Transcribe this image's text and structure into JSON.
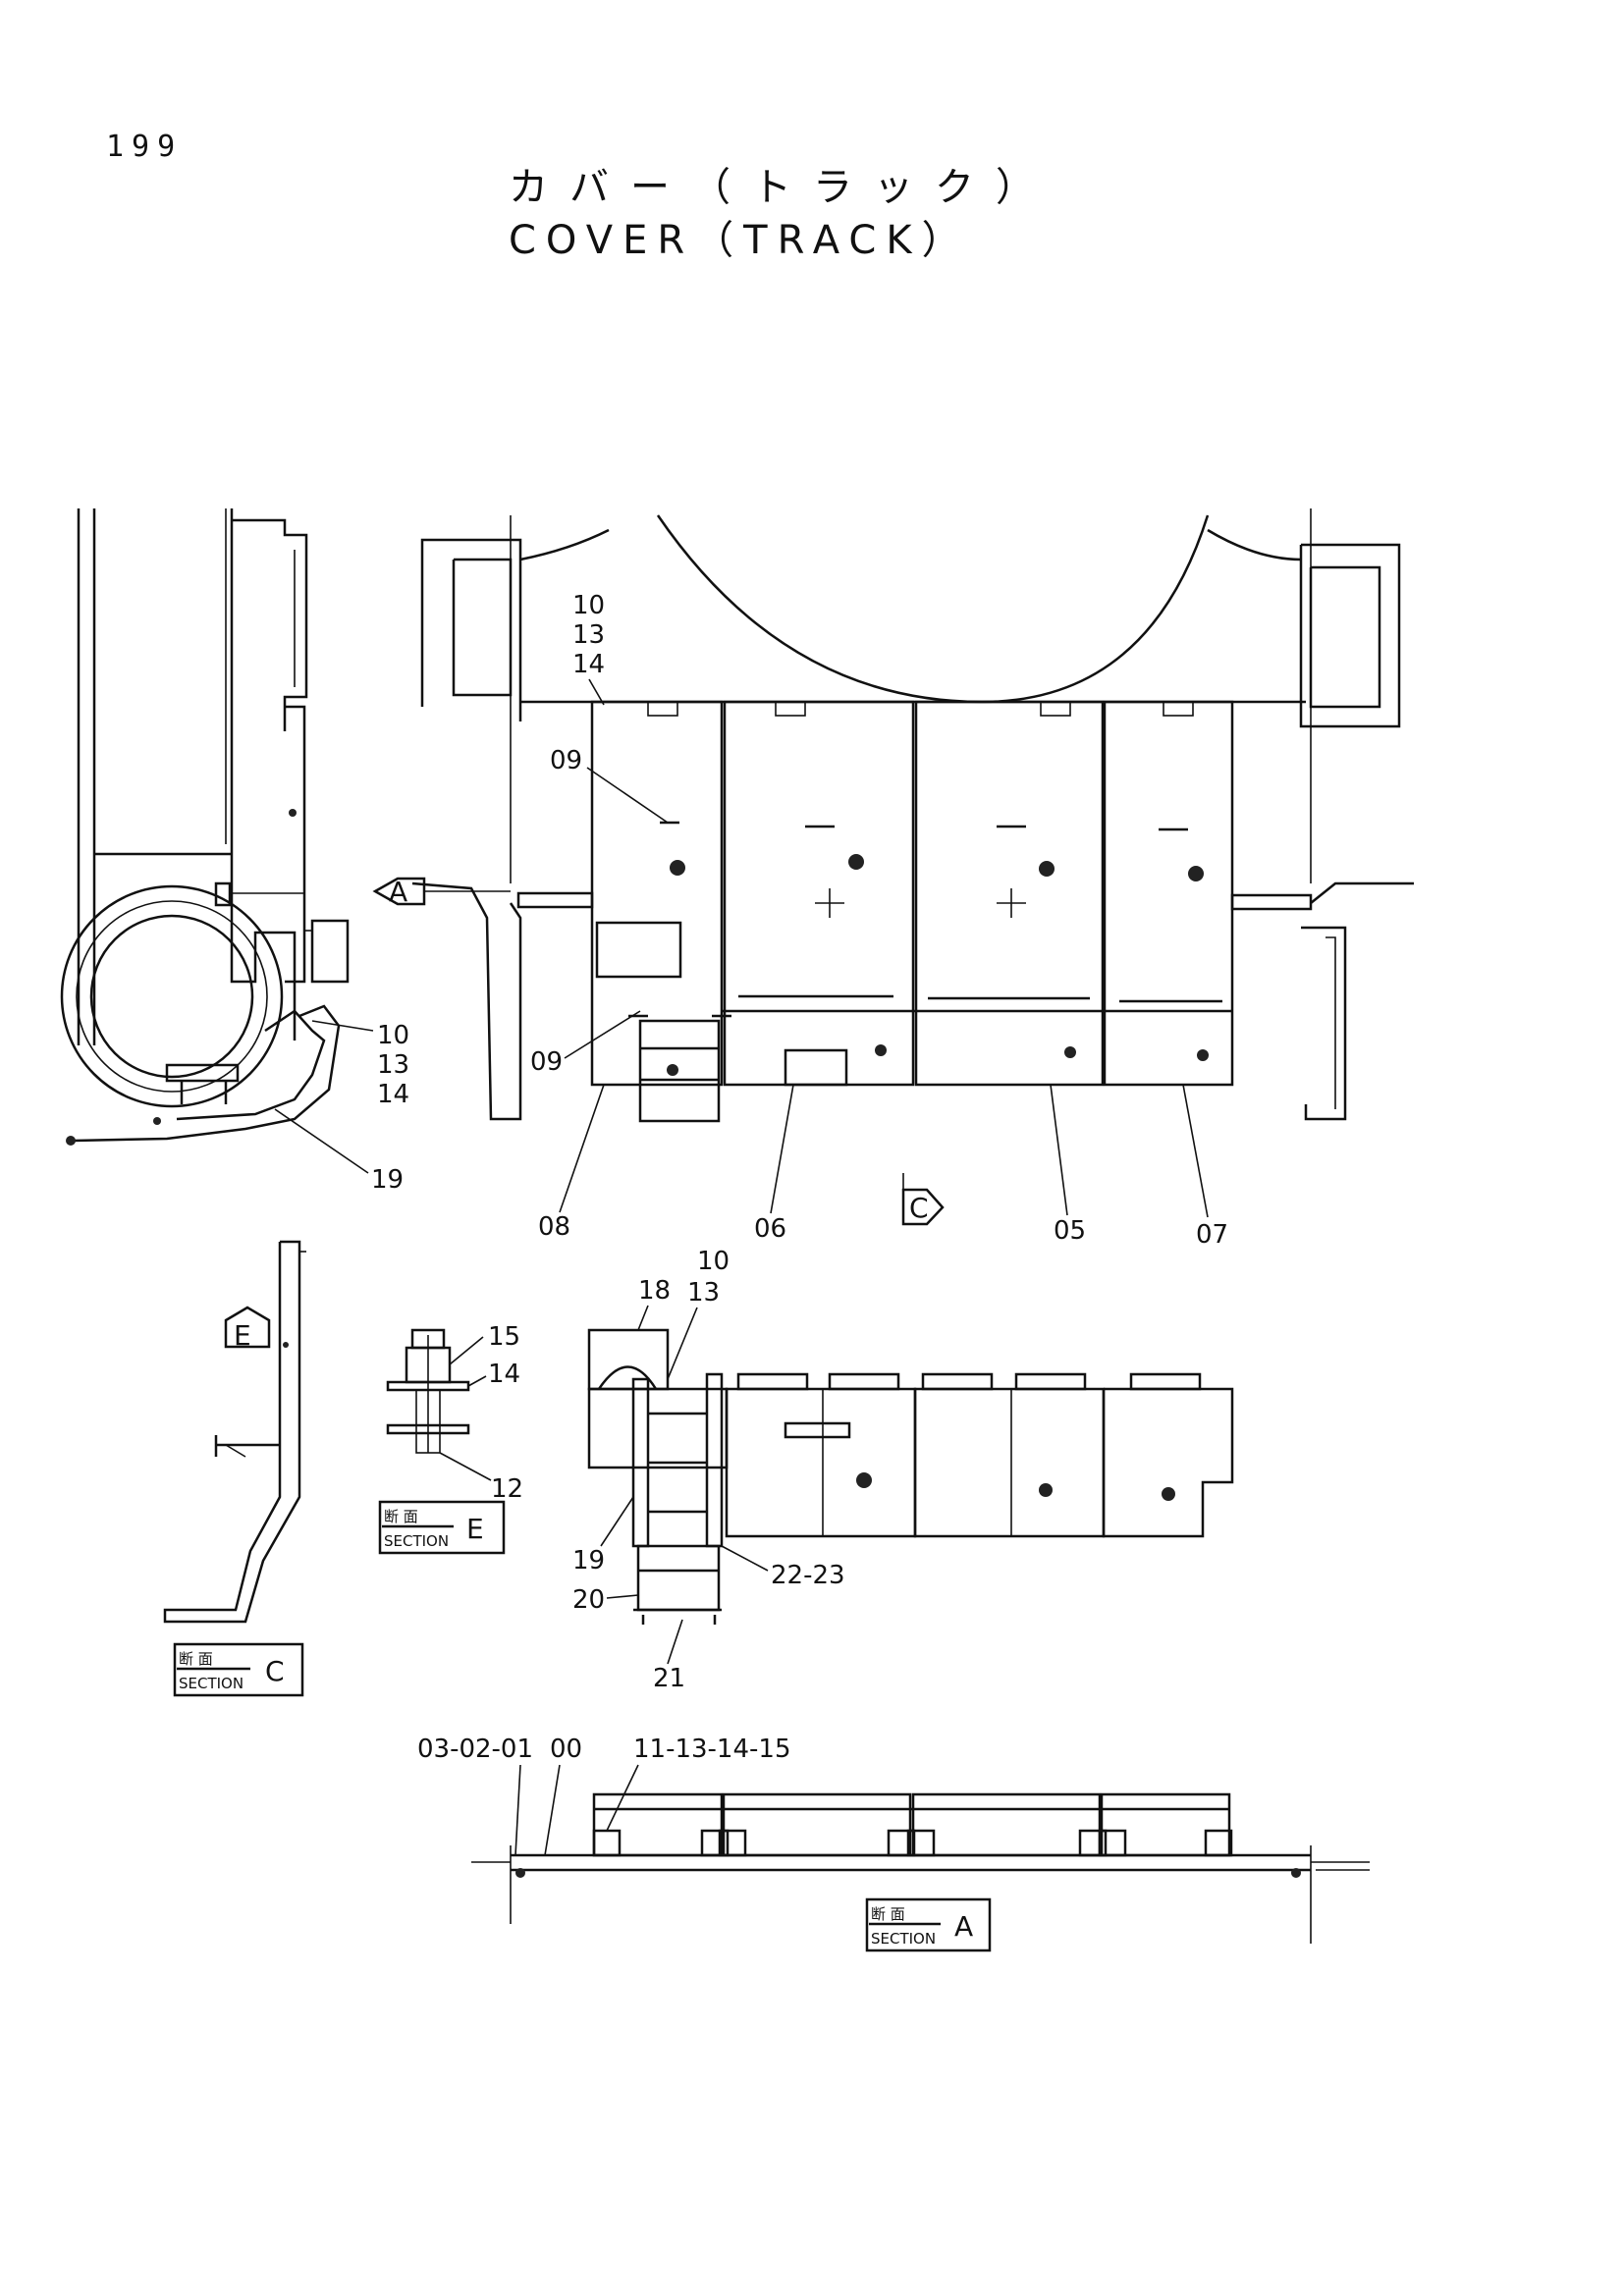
{
  "header": {
    "page_number": "199",
    "title_jp": "カバー（トラック）",
    "title_en": "COVER（TRACK）"
  },
  "callouts": {
    "top_10": "10",
    "top_13": "13",
    "top_14": "14",
    "p09a": "09",
    "p09b": "09",
    "left_10": "10",
    "left_13": "13",
    "left_14": "14",
    "p19a": "19",
    "p08": "08",
    "p06": "06",
    "p05": "05",
    "p07": "07",
    "mid_10": "10",
    "mid_13": "13",
    "p18": "18",
    "p15": "15",
    "p14": "14",
    "p12": "12",
    "p19b": "19",
    "p22_23": "22-23",
    "p20": "20",
    "p21": "21",
    "ref_030201": "03-02-01",
    "p00": "00",
    "p11_15": "11-13-14-15"
  },
  "view_markers": {
    "a": "A",
    "c": "C",
    "e": "E"
  },
  "sections": {
    "e": {
      "jp": "断 面",
      "en": "SECTION",
      "letter": "E"
    },
    "c": {
      "jp": "断 面",
      "en": "SECTION",
      "letter": "C"
    },
    "a": {
      "jp": "断 面",
      "en": "SECTION",
      "letter": "A"
    }
  }
}
